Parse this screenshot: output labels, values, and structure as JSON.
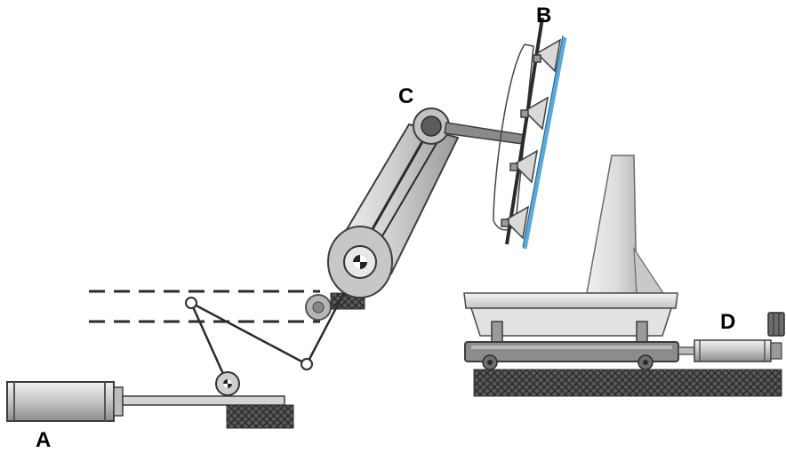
{
  "diagram": {
    "labels": {
      "a": "A",
      "b": "B",
      "c": "C",
      "d": "D"
    },
    "colors": {
      "metal_light": "#e6e6e6",
      "metal_mid": "#b9b9b9",
      "metal_dark": "#7f7f7f",
      "outline": "#3c3c3c",
      "glass": "#5aa9d6",
      "hatch": "#4a4a4a"
    }
  }
}
